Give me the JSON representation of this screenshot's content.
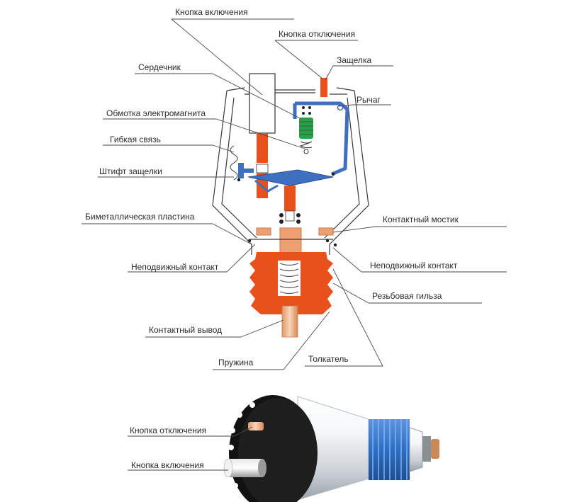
{
  "labels": {
    "button_on": "Кнопка включения",
    "button_off": "Кнопка отключения",
    "latch": "Защелка",
    "core": "Сердечник",
    "lever": "Рычаг",
    "coil": "Обмотка электромагнита",
    "flex_link": "Гибкая связь",
    "latch_pin": "Штифт защелки",
    "bimetal": "Биметаллическая пластина",
    "contact_bridge": "Контактный мостик",
    "fixed_contact_left": "Неподвижный контакт",
    "fixed_contact_right": "Неподвижный контакт",
    "thread_sleeve": "Резьбовая гильза",
    "terminal": "Контактный вывод",
    "pusher": "Толкатель",
    "spring": "Пружина",
    "bottom_button_off": "Кнопка отключения",
    "bottom_button_on": "Кнопка включения"
  },
  "colors": {
    "orange": "#e8511c",
    "copper": "#f0a070",
    "blue": "#3f6fbf",
    "green": "#2e9e4a",
    "thread_blue": "#2c6fc4"
  }
}
